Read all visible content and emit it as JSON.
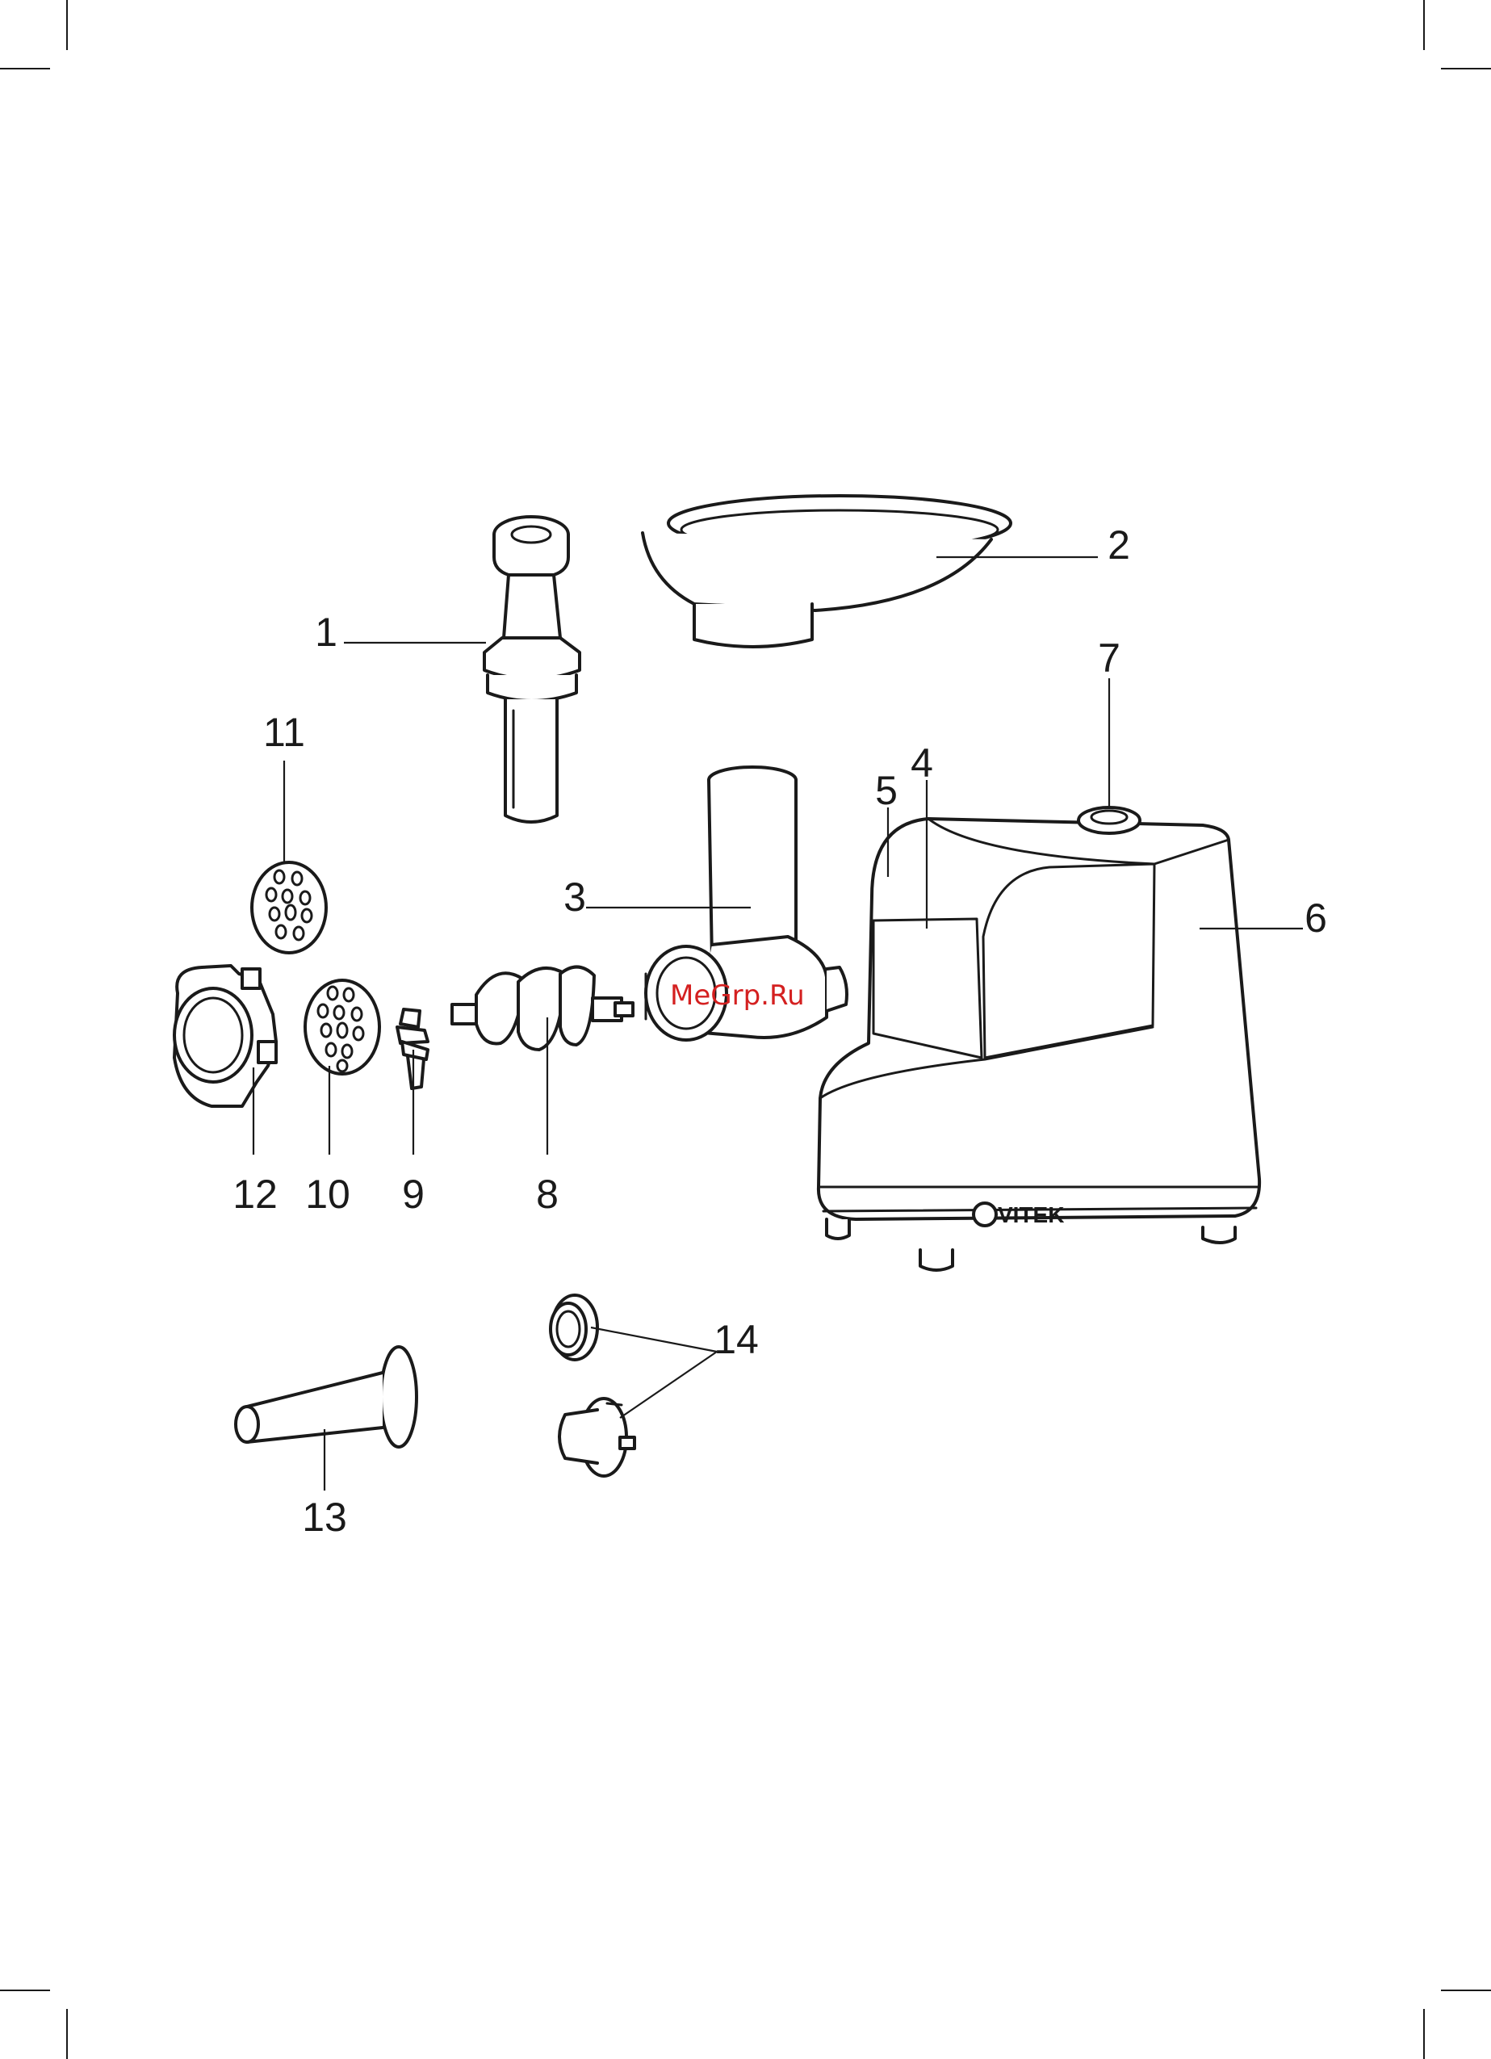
{
  "brand": {
    "name": "VITEK"
  },
  "watermark": {
    "text": "MeGrp.Ru"
  },
  "callouts": [
    {
      "id": "pusher",
      "number": "1"
    },
    {
      "id": "tray",
      "number": "2"
    },
    {
      "id": "housing",
      "number": "3"
    },
    {
      "id": "drive-socket",
      "number": "4"
    },
    {
      "id": "latch-button",
      "number": "5"
    },
    {
      "id": "motor-unit",
      "number": "6"
    },
    {
      "id": "power-switch",
      "number": "7"
    },
    {
      "id": "auger",
      "number": "8"
    },
    {
      "id": "cutter",
      "number": "9"
    },
    {
      "id": "fine-disc",
      "number": "10"
    },
    {
      "id": "coarse-disc",
      "number": "11"
    },
    {
      "id": "ring-nut",
      "number": "12"
    },
    {
      "id": "sausage-nozzle",
      "number": "13"
    },
    {
      "id": "kebbe-attachment",
      "number": "14"
    }
  ],
  "colors": {
    "ink": "#1a1a1a",
    "watermark": "#d42020",
    "paper": "#ffffff"
  }
}
